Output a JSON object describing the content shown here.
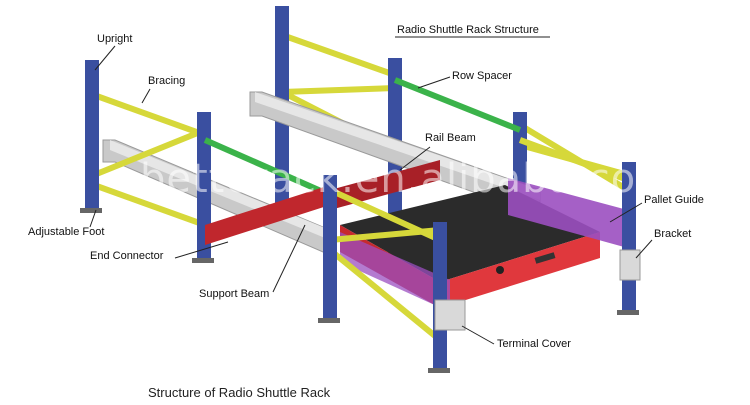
{
  "title": "Radio Shuttle Rack Structure",
  "caption": "Structure of Radio Shuttle Rack",
  "watermark": "betterack.en.alibaba.com",
  "labels": {
    "upright": "Upright",
    "bracing": "Bracing",
    "adjustable_foot": "Adjustable Foot",
    "end_connector": "End Connector",
    "support_beam": "Support Beam",
    "row_spacer": "Row Spacer",
    "rail_beam": "Rail Beam",
    "pallet_guide": "Pallet Guide",
    "bracket": "Bracket",
    "terminal_cover": "Terminal Cover"
  },
  "colors": {
    "upright": "#3a4fa0",
    "upright_holes": "#e8c21a",
    "bracing": "#d6d83a",
    "row_spacer": "#3bb34a",
    "rail": "#c9c9c9",
    "support_beam": "#c0272d",
    "shuttle_body": "#c62a2f",
    "shuttle_top": "#2b2b2b",
    "pallet_guide": "#9b4fc0",
    "bracket": "#d9d9d9"
  }
}
